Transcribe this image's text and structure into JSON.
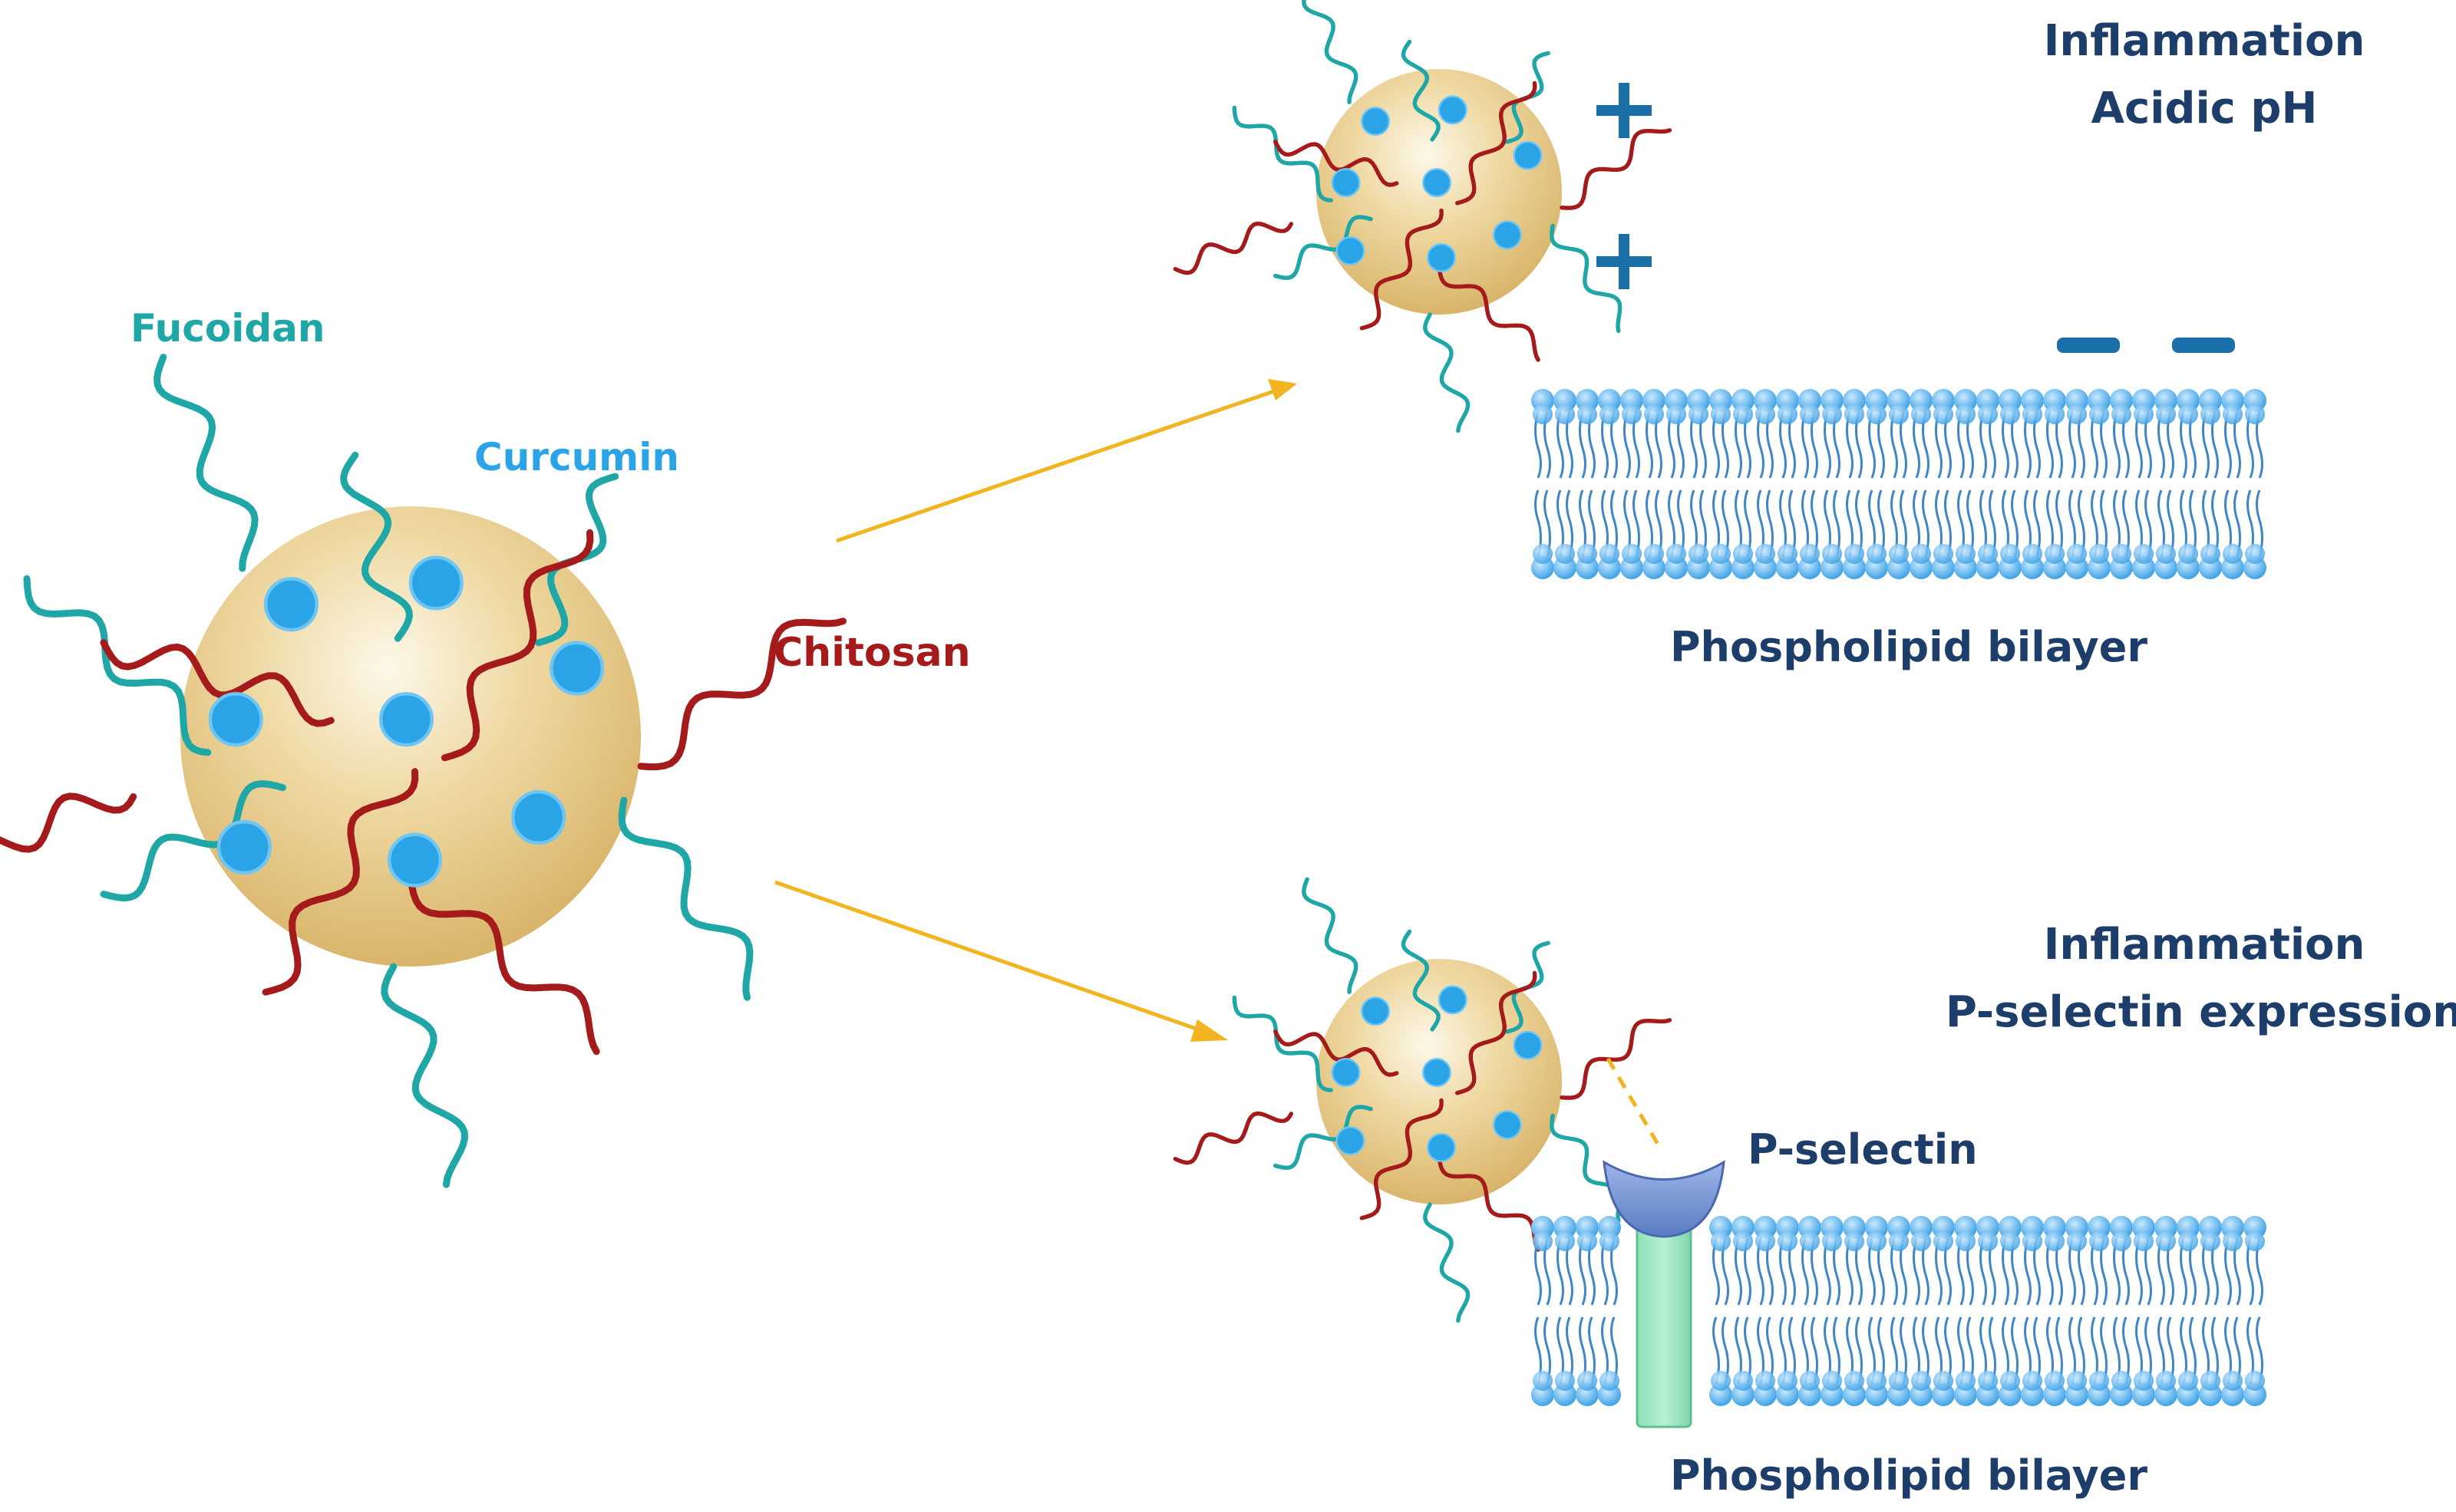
{
  "labels": {
    "fucoidan": "Fucoidan",
    "curcumin": "Curcumin",
    "chitosan": "Chitosan",
    "condition_top_1": "Inflammation",
    "condition_top_2": "Acidic pH",
    "condition_bottom_1": "Inflammation",
    "condition_bottom_2": "P-selectin expression",
    "bilayer_top": "Phospholipid bilayer",
    "bilayer_bottom": "Phospholipid bilayer",
    "p_selectin": "P-selectin",
    "plus_sign": "+",
    "minus_sign": "−"
  },
  "colors": {
    "fucoidan": "#1fa6a6",
    "chitosan": "#a51a1a",
    "curcumin": "#2aa4e6",
    "particle": "#e9cf8f",
    "dark_text": "#1d3d6b",
    "charge": "#1a6fa8",
    "arrow": "#f2b51f",
    "lipid_head": "#5fb6ee",
    "lipid_tail": "#3f86c9",
    "receptor_cup": "#6d8ed1",
    "receptor_stem": "#8fe0b8"
  }
}
